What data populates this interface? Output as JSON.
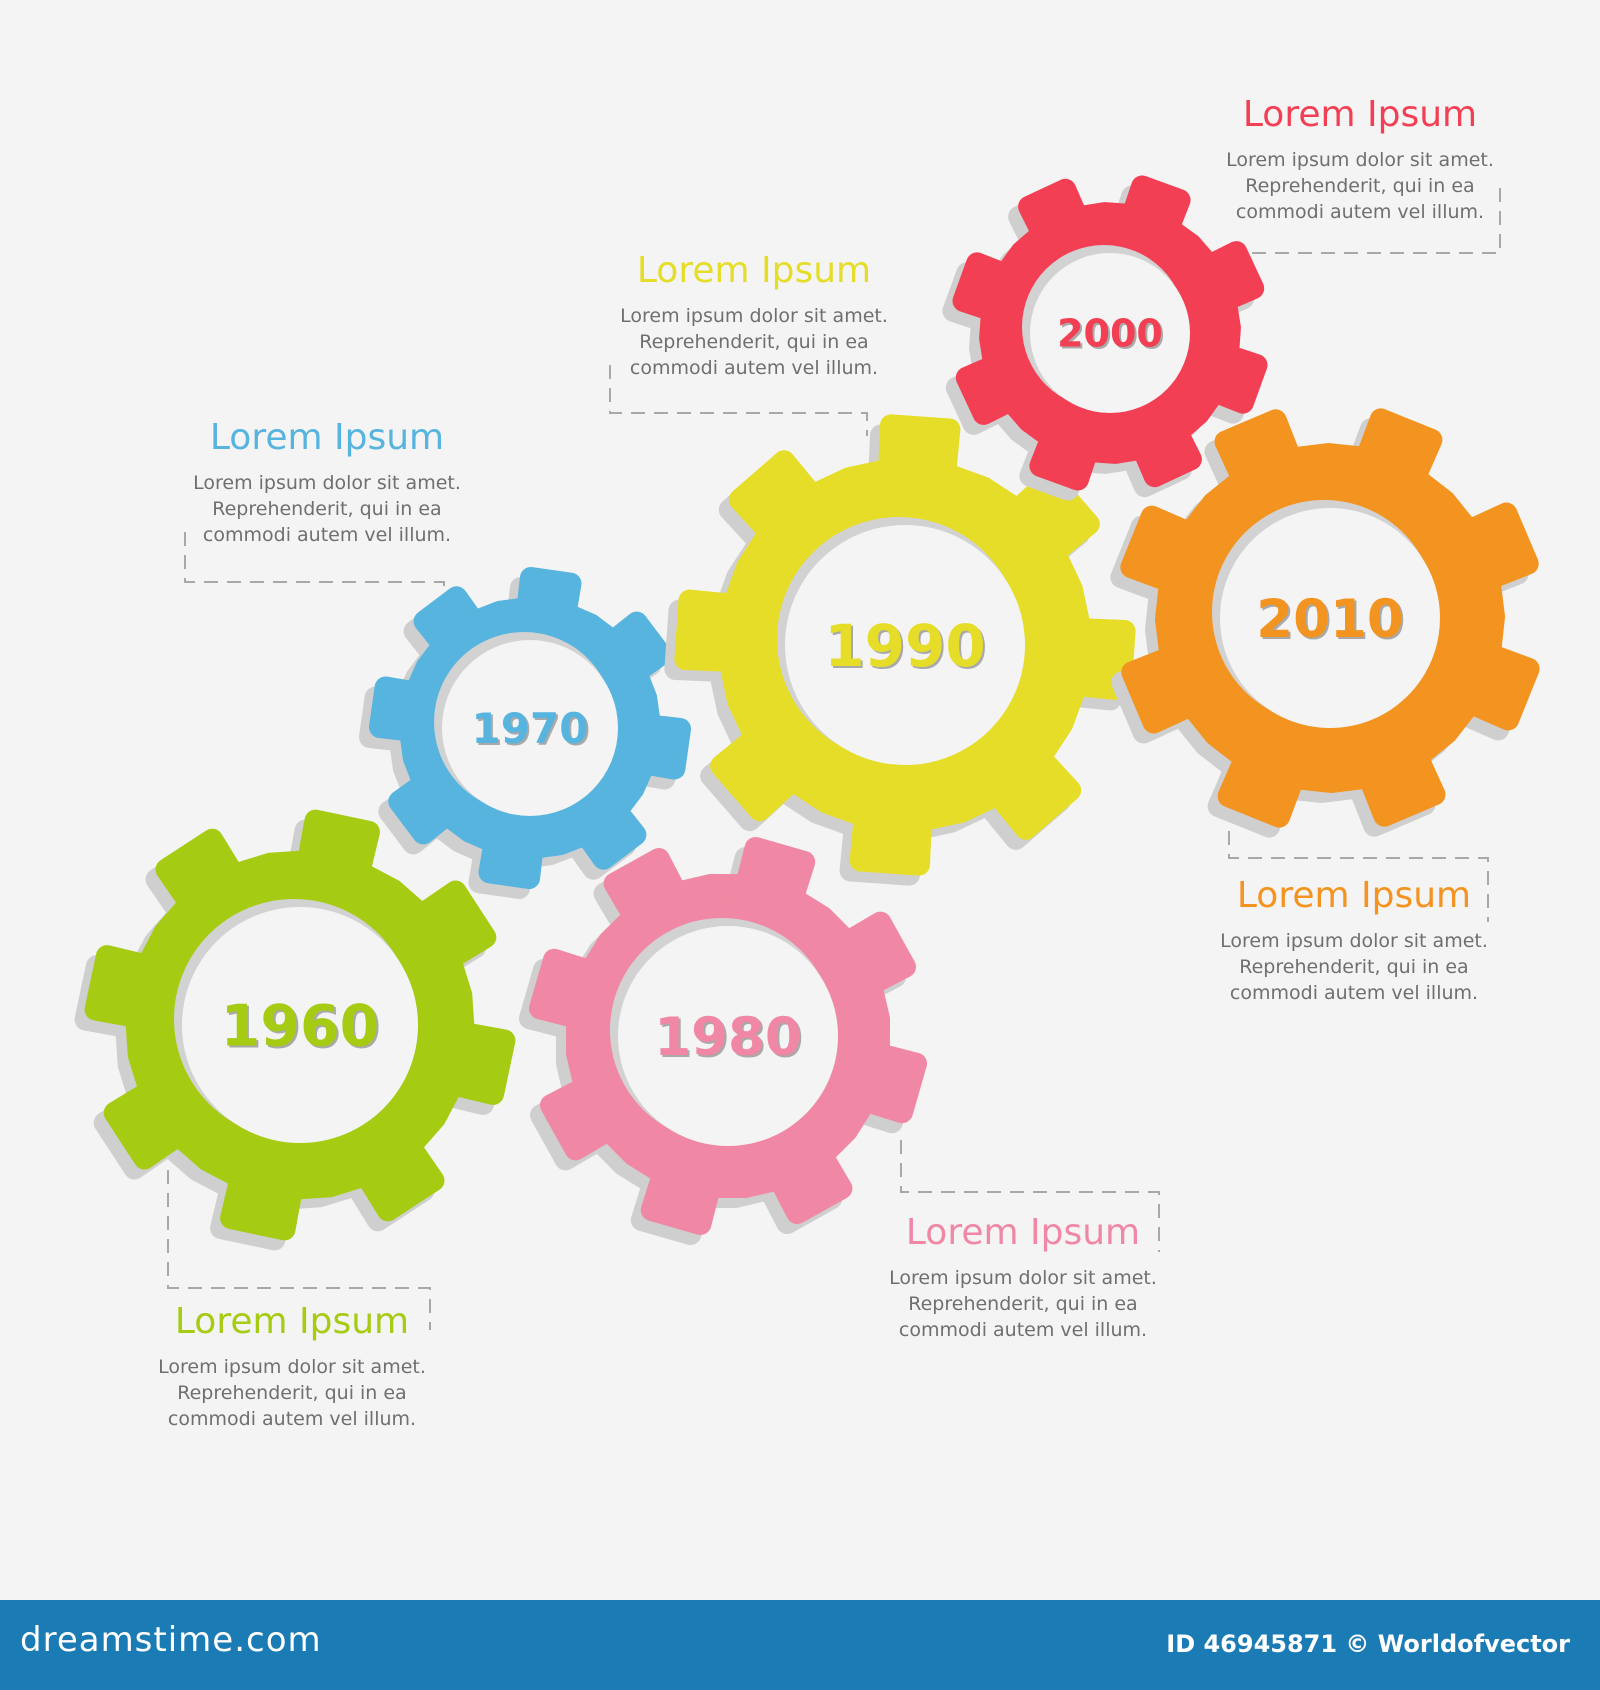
{
  "gears": [
    {
      "year": "1960",
      "color": "#a6cb13",
      "title": "Lorem Ipsum",
      "body": "Lorem ipsum dolor sit amet.\nReprehenderit, qui in ea\ncommodi autem vel illum."
    },
    {
      "year": "1970",
      "color": "#56b4df",
      "title": "Lorem Ipsum",
      "body": "Lorem ipsum dolor sit amet.\nReprehenderit, qui in ea\ncommodi autem vel illum."
    },
    {
      "year": "1980",
      "color": "#f088a5",
      "title": "Lorem Ipsum",
      "body": "Lorem ipsum dolor sit amet.\nReprehenderit, qui in ea\ncommodi autem vel illum."
    },
    {
      "year": "1990",
      "color": "#e6dd28",
      "title": "Lorem Ipsum",
      "body": "Lorem ipsum dolor sit amet.\nReprehenderit, qui in ea\ncommodi autem vel illum."
    },
    {
      "year": "2000",
      "color": "#f23f54",
      "title": "Lorem Ipsum",
      "body": "Lorem ipsum dolor sit amet.\nReprehenderit, qui in ea\ncommodi autem vel illum."
    },
    {
      "year": "2010",
      "color": "#f39320",
      "title": "Lorem Ipsum",
      "body": "Lorem ipsum dolor sit amet.\nReprehenderit, qui in ea\ncommodi autem vel illum."
    }
  ],
  "footer": {
    "brand": "dreamstime.com",
    "id_text": "ID 46945871 © Worldofvector"
  }
}
